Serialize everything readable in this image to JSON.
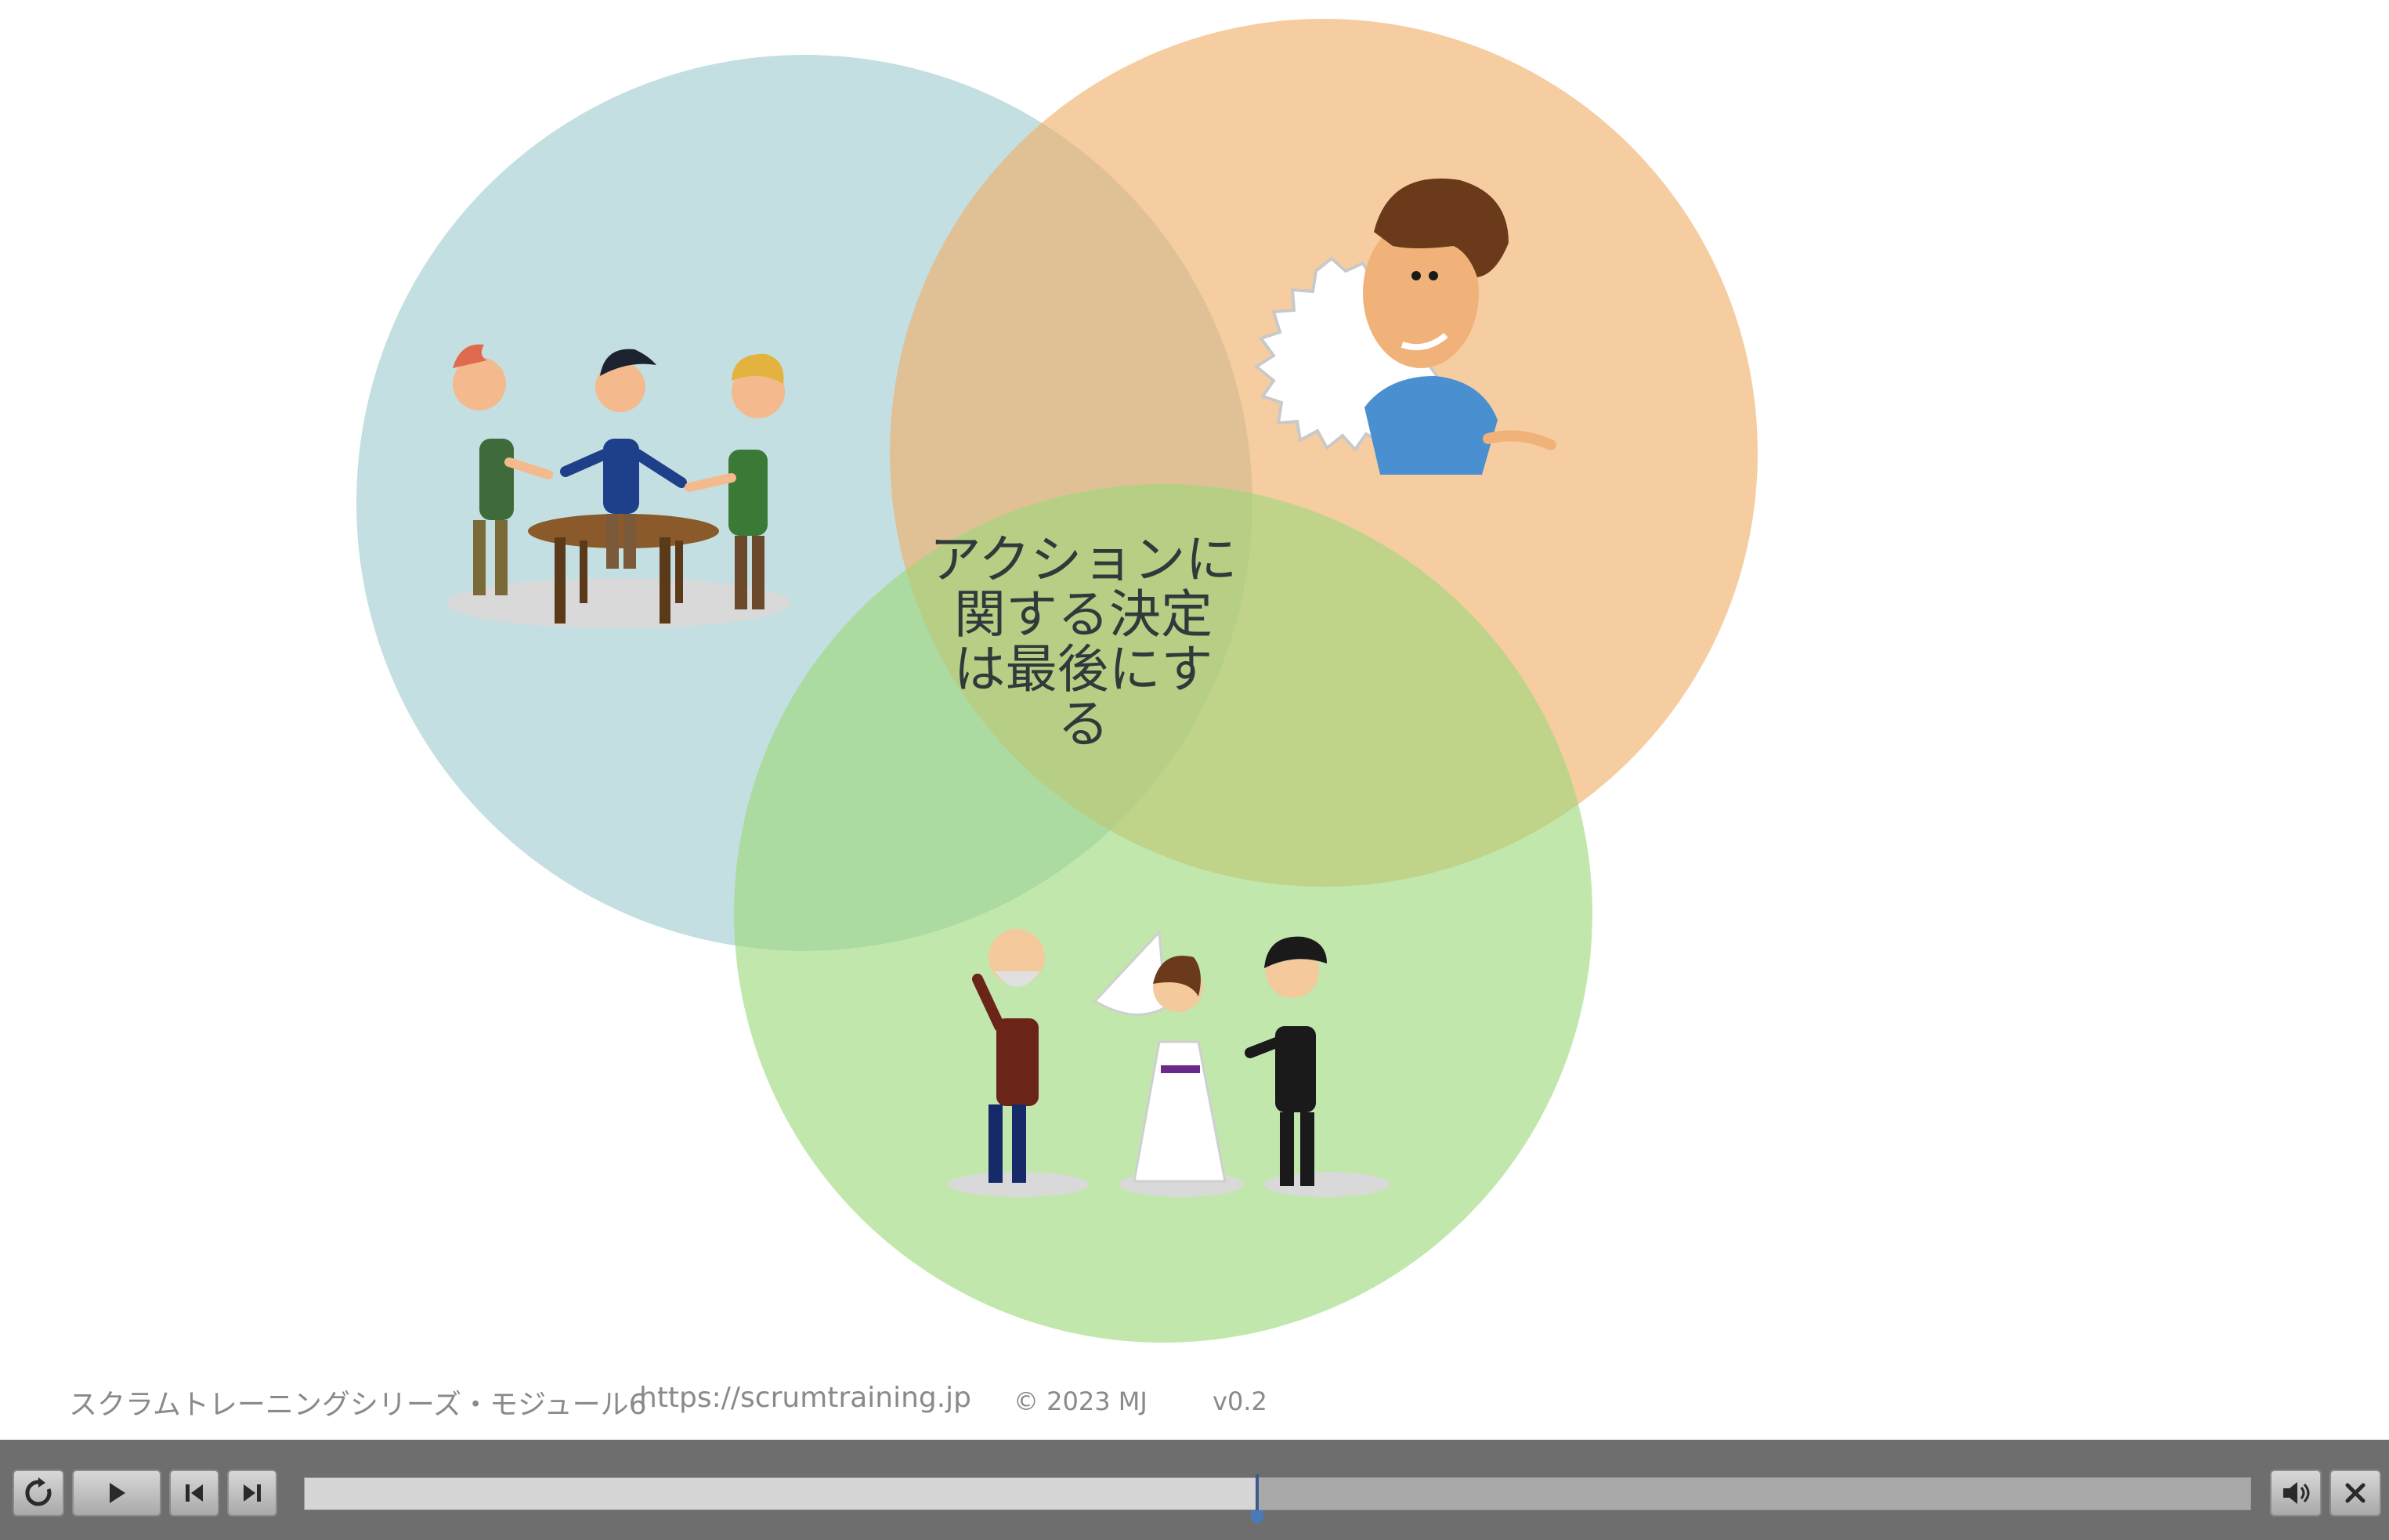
{
  "slide": {
    "center_text_lines": [
      "アクションに",
      "関する決定",
      "は最後にす",
      "る"
    ],
    "circles": [
      {
        "name": "top-left",
        "color": "#9fcbd1"
      },
      {
        "name": "top-right",
        "color": "#f1ae66"
      },
      {
        "name": "bottom",
        "color": "#9dd87b"
      }
    ]
  },
  "footer": {
    "series": "スクラムトレーニングシリーズ・モジュール6",
    "url": "https://scrumtraining.jp",
    "copyright": "© 2023 MJ",
    "version": "v0.2"
  },
  "player": {
    "progress": 0.4896,
    "buttons": [
      {
        "name": "replay-button",
        "icon": "replay-icon"
      },
      {
        "name": "play-button",
        "icon": "play-icon"
      },
      {
        "name": "previous-button",
        "icon": "skip-back-icon"
      },
      {
        "name": "next-button",
        "icon": "skip-forward-icon"
      },
      {
        "name": "volume-button",
        "icon": "speaker-icon"
      },
      {
        "name": "close-button",
        "icon": "close-icon"
      }
    ]
  }
}
